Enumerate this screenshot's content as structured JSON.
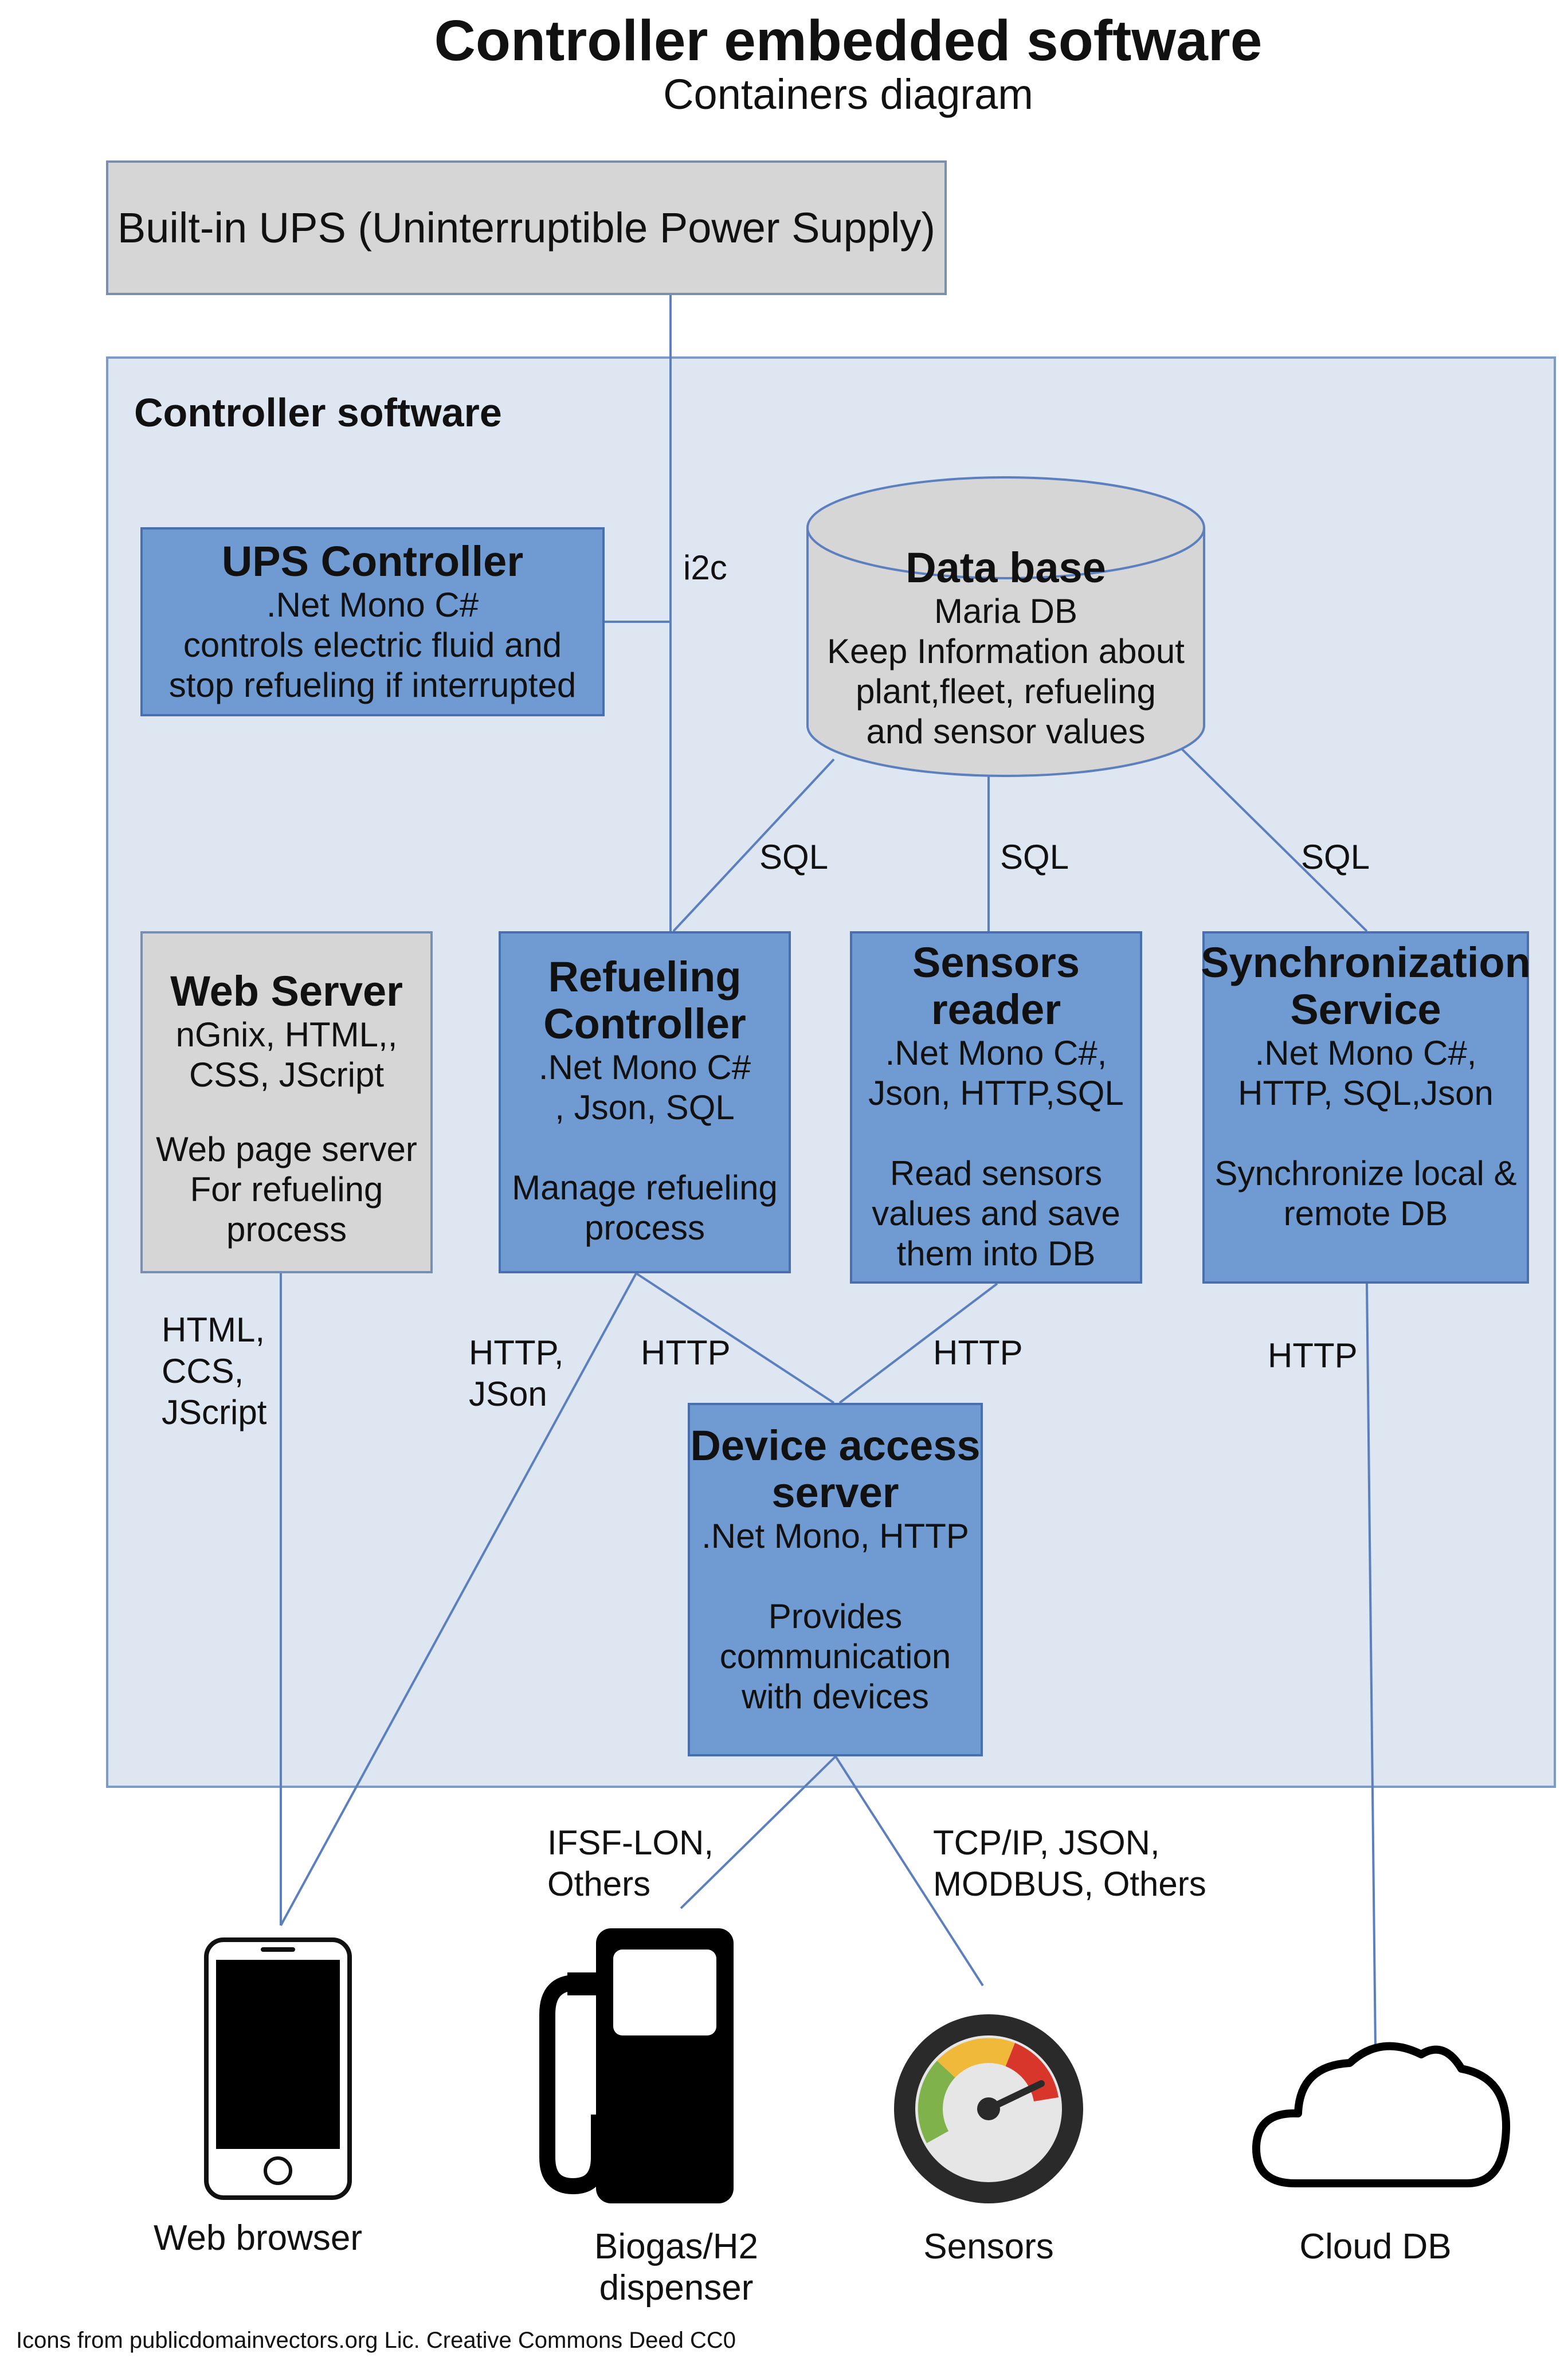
{
  "header": {
    "title": "Controller embedded software",
    "subtitle": "Containers diagram"
  },
  "ups_box": {
    "label": "Built-in UPS (Uninterruptible Power Supply)"
  },
  "controller_software": {
    "label": "Controller software"
  },
  "ups_controller": {
    "title": "UPS Controller",
    "tech": ".Net Mono C#",
    "desc_1": "controls electric fluid and",
    "desc_2": "stop refueling if interrupted"
  },
  "database": {
    "title": "Data base",
    "tech": "Maria DB",
    "desc_1": "Keep Information about",
    "desc_2": "plant,fleet, refueling",
    "desc_3": "and sensor values"
  },
  "web_server": {
    "title": "Web Server",
    "tech_1": "nGnix, HTML,,",
    "tech_2": "CSS, JScript",
    "desc_1": "Web page server",
    "desc_2": "For refueling",
    "desc_3": "process"
  },
  "refueling_controller": {
    "title_1": "Refueling",
    "title_2": "Controller",
    "tech_1": ".Net Mono C#",
    "tech_2": ", Json, SQL",
    "desc_1": "Manage refueling",
    "desc_2": "process"
  },
  "sensors_reader": {
    "title_1": "Sensors",
    "title_2": "reader",
    "tech_1": ".Net Mono C#,",
    "tech_2": "Json, HTTP,SQL",
    "desc_1": "Read sensors",
    "desc_2": "values and save",
    "desc_3": "them into DB"
  },
  "sync_service": {
    "title_1": "Synchronization",
    "title_2": "Service",
    "tech_1": ".Net Mono C#,",
    "tech_2": "HTTP, SQL,Json",
    "desc_1": "Synchronize local &",
    "desc_2": "remote DB"
  },
  "device_access": {
    "title_1": "Device access",
    "title_2": "server",
    "tech": ".Net Mono, HTTP",
    "desc_1": "Provides",
    "desc_2": "communication",
    "desc_3": "with devices"
  },
  "labels": {
    "i2c": "i2c",
    "sql_1": "SQL",
    "sql_2": "SQL",
    "sql_3": "SQL",
    "web_proto_1": "HTML,",
    "web_proto_2": "CCS,",
    "web_proto_3": "JScript",
    "http_json_1": "HTTP,",
    "http_json_2": "JSon",
    "http_refuel": "HTTP",
    "http_sensors": "HTTP",
    "http_cloud": "HTTP",
    "ifsf_1": "IFSF-LON,",
    "ifsf_2": "Others",
    "tcp_1": "TCP/IP, JSON,",
    "tcp_2": "MODBUS, Others"
  },
  "devices": {
    "web_browser": "Web browser",
    "dispenser_1": "Biogas/H2",
    "dispenser_2": "dispenser",
    "sensors": "Sensors",
    "cloud_db": "Cloud DB"
  },
  "icons": [
    "phone-icon",
    "fuel-pump-icon",
    "gauge-icon",
    "cloud-icon"
  ],
  "colors": {
    "container_blue": "#6f9bd2",
    "frame_bg": "#dde6f1",
    "gray_box": "#d6d6d6",
    "line": "#5b7fbf"
  },
  "footer": {
    "credit": "Icons from publicdomainvectors.org Lic. Creative Commons Deed CC0"
  }
}
